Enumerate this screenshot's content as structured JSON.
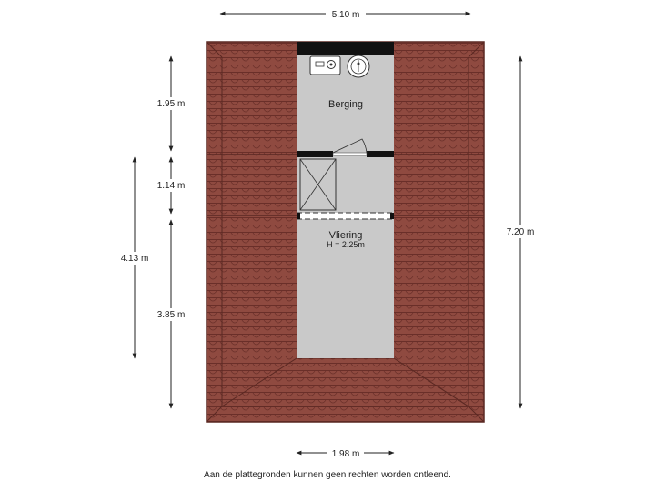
{
  "dimensions": {
    "top_width": "5.10 m",
    "left_upper": "1.95 m",
    "left_middle": "1.14 m",
    "left_lower": "3.85 m",
    "left_outer": "4.13 m",
    "right_height": "7.20 m",
    "bottom_width": "1.98 m"
  },
  "rooms": {
    "berging": {
      "name": "Berging"
    },
    "vliering": {
      "name": "Vliering",
      "height_note": "H = 2.25m"
    }
  },
  "disclaimer": "Aan de plattegronden kunnen geen rechten worden ontleend.",
  "colors": {
    "roof": "#8f4a40",
    "roof_line": "#6a2f29",
    "floor": "#c9c9c9",
    "wall": "#111111"
  }
}
